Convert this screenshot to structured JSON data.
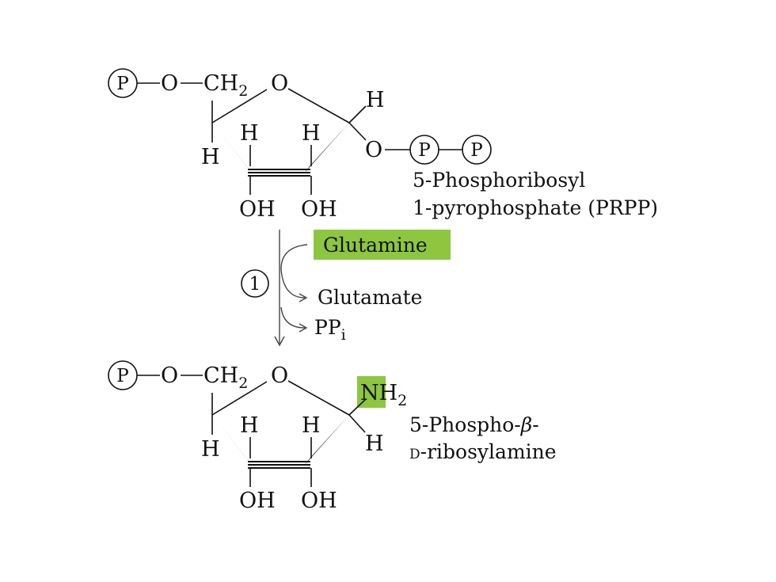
{
  "colors": {
    "highlight": "#8dc63f",
    "ink": "#111111",
    "arrow": "#444444"
  },
  "atoms": {
    "phosphate": "P",
    "oxygen": "O",
    "carbon_ch": "CH",
    "sub_two": "2",
    "hydrogen": "H",
    "hydroxyl": "OH",
    "nitrogen": "N"
  },
  "top_molecule": {
    "name_line1": "5-Phosphoribosyl",
    "name_line2": "1-pyrophosphate (PRPP)"
  },
  "reaction": {
    "step_number": "1",
    "reactant": "Glutamine",
    "product_1": "Glutamate",
    "product_2_main": "PP",
    "product_2_sub": "i"
  },
  "bottom_molecule": {
    "name_line1": "5-Phospho-",
    "name_line1_greek": "β",
    "name_line1_end": "-",
    "name_line2_prefix": "D",
    "name_line2_rest": "-ribosylamine"
  }
}
